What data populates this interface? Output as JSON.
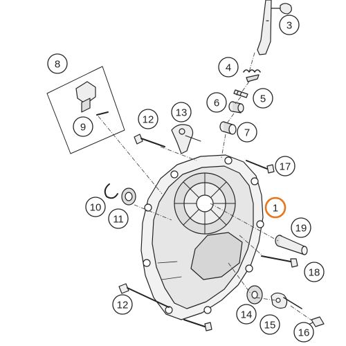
{
  "colors": {
    "line": "#222222",
    "part_fill": "#f2f2f2",
    "part_shade": "#d8d8d8",
    "highlight": "#e8751a"
  },
  "callouts": [
    {
      "label": "1",
      "highlighted": true
    },
    {
      "label": "3",
      "highlighted": false
    },
    {
      "label": "4",
      "highlighted": false
    },
    {
      "label": "5",
      "highlighted": false
    },
    {
      "label": "6",
      "highlighted": false
    },
    {
      "label": "7",
      "highlighted": false
    },
    {
      "label": "8",
      "highlighted": false
    },
    {
      "label": "9",
      "highlighted": false
    },
    {
      "label": "10",
      "highlighted": false
    },
    {
      "label": "11",
      "highlighted": false
    },
    {
      "label": "12",
      "highlighted": false
    },
    {
      "label": "12",
      "highlighted": false
    },
    {
      "label": "13",
      "highlighted": false
    },
    {
      "label": "14",
      "highlighted": false
    },
    {
      "label": "15",
      "highlighted": false
    },
    {
      "label": "16",
      "highlighted": false
    },
    {
      "label": "17",
      "highlighted": false
    },
    {
      "label": "18",
      "highlighted": false
    },
    {
      "label": "19",
      "highlighted": false
    }
  ]
}
